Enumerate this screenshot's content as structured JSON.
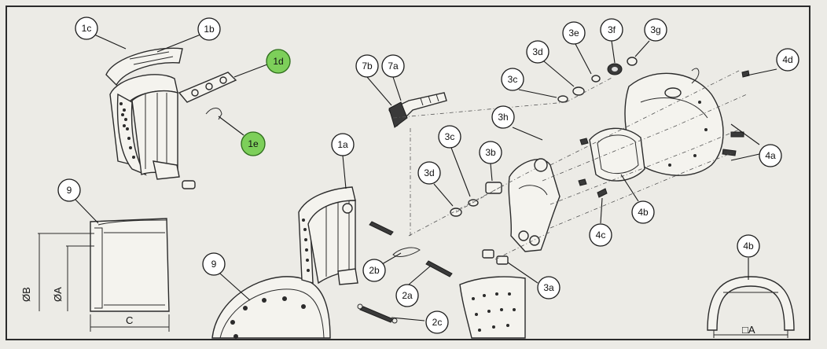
{
  "callouts": {
    "c1c": "1c",
    "c1b": "1b",
    "c1d": "1d",
    "c1e": "1e",
    "c1a": "1a",
    "c7b": "7b",
    "c7a": "7a",
    "c3d_top": "3d",
    "c3e": "3e",
    "c3f": "3f",
    "c3g": "3g",
    "c4d": "4d",
    "c3c_top": "3c",
    "c3h": "3h",
    "c3c": "3c",
    "c3b": "3b",
    "c3d": "3d",
    "c4a": "4a",
    "c4b": "4b",
    "c4c": "4c",
    "c4b_detail": "4b",
    "c9_left": "9",
    "c9": "9",
    "c2b": "2b",
    "c2a": "2a",
    "c2c": "2c",
    "c3a": "3a"
  },
  "dimensions": {
    "diameter_b": "ØB",
    "diameter_a": "ØA",
    "width_c": "C",
    "box_a": "□A"
  },
  "colors": {
    "highlight": "#7dcf5a",
    "line": "#1a1a1a",
    "background": "#ecebe6"
  }
}
